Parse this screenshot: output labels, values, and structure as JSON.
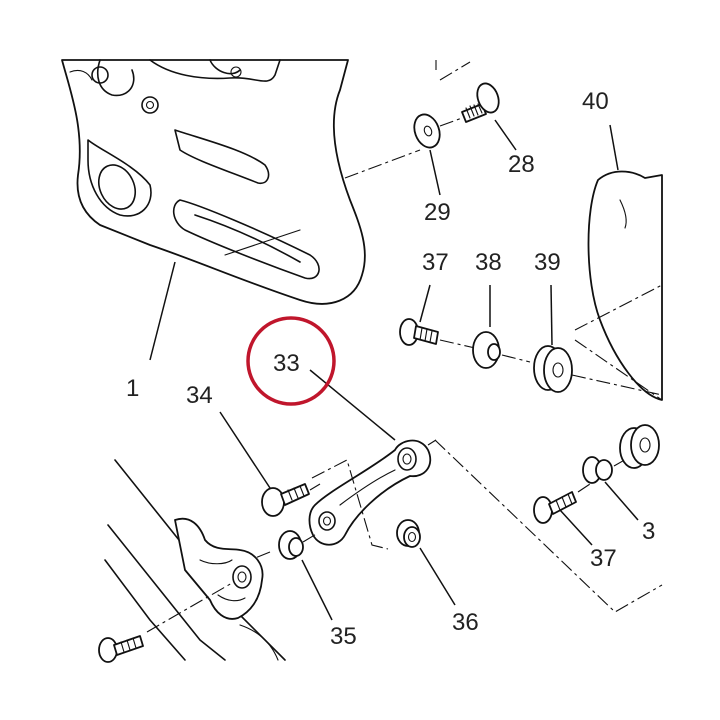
{
  "highlight_color": "#c0162c",
  "callouts": [
    {
      "id": "c1",
      "text": "1"
    },
    {
      "id": "c28",
      "text": "28"
    },
    {
      "id": "c29",
      "text": "29"
    },
    {
      "id": "c33",
      "text": "33"
    },
    {
      "id": "c34",
      "text": "34"
    },
    {
      "id": "c35",
      "text": "35"
    },
    {
      "id": "c36",
      "text": "36"
    },
    {
      "id": "c37a",
      "text": "37"
    },
    {
      "id": "c37b",
      "text": "37"
    },
    {
      "id": "c38",
      "text": "38"
    },
    {
      "id": "c39",
      "text": "39"
    },
    {
      "id": "c40",
      "text": "40"
    },
    {
      "id": "c3x",
      "text": "3"
    }
  ],
  "highlighted_part": "33"
}
